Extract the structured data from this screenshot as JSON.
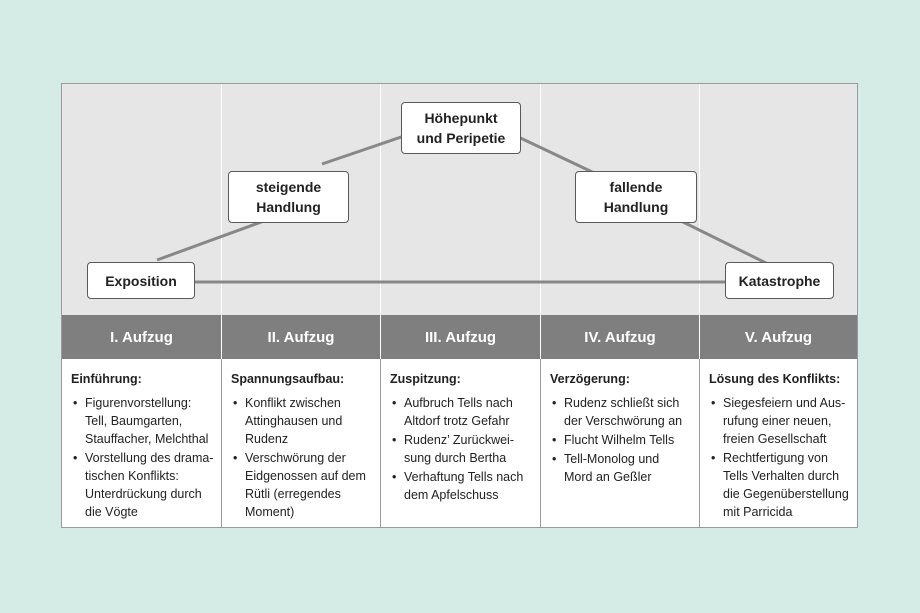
{
  "diagram": {
    "nodes": {
      "exposition": "Exposition",
      "rising": "steigende\nHandlung",
      "climax": "Höhepunkt\nund Peripetie",
      "falling": "fallende\nHandlung",
      "catastrophe": "Katastrophe"
    }
  },
  "acts": [
    {
      "label": "I. Aufzug",
      "title": "Einführung:",
      "items": [
        "Figurenvorstellung:\nTell, Baumgarten,\nStauffacher, Melchthal",
        "Vorstellung des drama-\ntischen Konflikts:\nUnterdrückung durch\ndie Vögte"
      ]
    },
    {
      "label": "II. Aufzug",
      "title": "Spannungsaufbau:",
      "items": [
        "Konflikt zwischen\nAttinghausen und\nRudenz",
        "Verschwörung der\nEidgenossen auf dem\nRütli (erregendes\nMoment)"
      ]
    },
    {
      "label": "III. Aufzug",
      "title": "Zuspitzung:",
      "items": [
        "Aufbruch Tells nach\nAltdorf trotz Gefahr",
        "Rudenz’ Zurückwei-\nsung durch Bertha",
        "Verhaftung Tells nach\ndem Apfelschuss"
      ]
    },
    {
      "label": "IV. Aufzug",
      "title": "Verzögerung:",
      "items": [
        "Rudenz schließt sich\nder Verschwörung an",
        "Flucht Wilhelm Tells",
        "Tell-Monolog  und\nMord an Geßler"
      ]
    },
    {
      "label": "V. Aufzug",
      "title": "Lösung des Konflikts:",
      "items": [
        "Siegesfeiern und Aus-\nrufung einer neuen,\nfreien Gesellschaft",
        "Rechtfertigung von\nTells Verhalten durch\ndie Gegenüberstellung\nmit Parricida"
      ]
    }
  ],
  "colors": {
    "background": "#d5ebe5",
    "diagram_area": "#e6e6e6",
    "header_bar": "#7f7f7f",
    "connector": "#888888"
  }
}
